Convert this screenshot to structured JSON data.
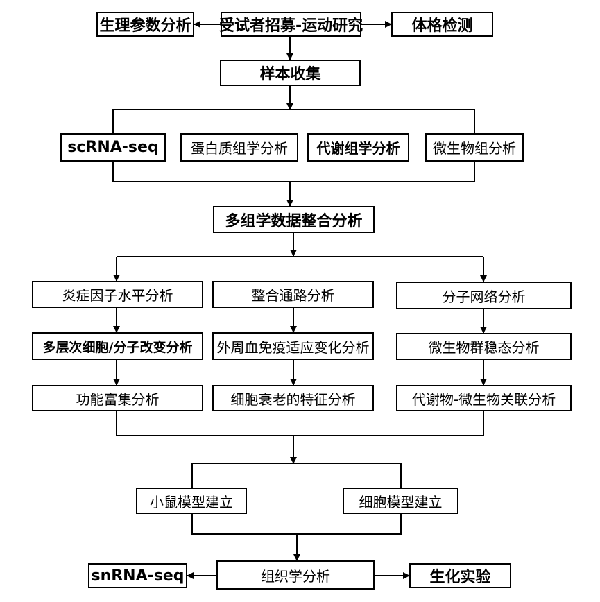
{
  "nodes": {
    "recruit": "受试者招募-运动研究",
    "physio": "生理参数分析",
    "physical": "体格检测",
    "sample": "样本收集",
    "scrna": "scRNA-seq",
    "proteomics": "蛋白质组学分析",
    "metabolomics": "代谢组学分析",
    "microbiome": "微生物组分析",
    "integration": "多组学数据整合分析",
    "inflammation": "炎症因子水平分析",
    "pathway": "整合通路分析",
    "network": "分子网络分析",
    "multilevel": "多层次细胞/分子改变分析",
    "immune": "外周血免疫适应变化分析",
    "homeostasis": "微生物群稳态分析",
    "enrichment": "功能富集分析",
    "senescence": "细胞衰老的特征分析",
    "metabolite_microbe": "代谢物-微生物关联分析",
    "mouse": "小鼠模型建立",
    "cell": "细胞模型建立",
    "histology": "组织学分析",
    "snrna": "snRNA-seq",
    "biochem": "生化实验"
  }
}
